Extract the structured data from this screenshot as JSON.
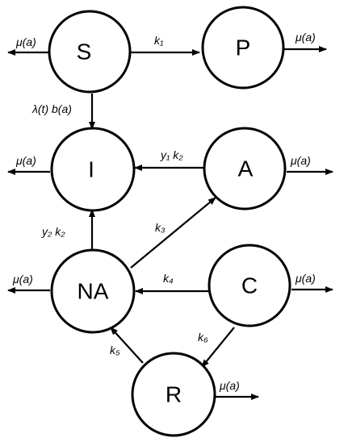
{
  "nodes": {
    "S": "S",
    "P": "P",
    "I": "I",
    "A": "A",
    "NA": "NA",
    "C": "C",
    "R": "R"
  },
  "labels": {
    "mu": "μ(a)",
    "k1": "k₁",
    "lambda_b": "λ(t) b(a)",
    "y1_k2": "y₁ k₂",
    "y2_k2": "y₂ k₂",
    "k3": "k₃",
    "k4": "k₄",
    "k5": "k₅",
    "k6": "k₆"
  }
}
